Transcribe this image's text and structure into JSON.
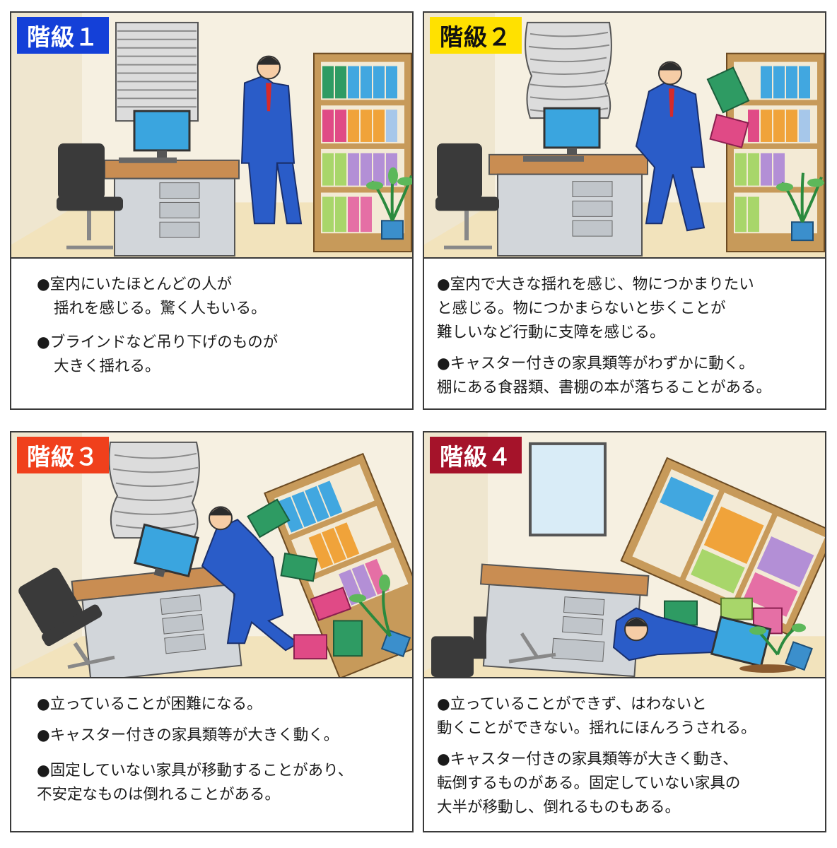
{
  "panels": [
    {
      "level_label": "階級１",
      "badge_color": "#1440d8",
      "badge_text_color": "#ffffff",
      "bullets": [
        "●室内にいたほとんどの人が\n揺れを感じる。驚く人もいる。",
        "●ブラインドなど吊り下げのものが\n大きく揺れる。"
      ]
    },
    {
      "level_label": "階級２",
      "badge_color": "#ffe100",
      "badge_text_color": "#111111",
      "bullets": [
        "●室内で大きな揺れを感じ、物につかまりたい\nと感じる。物につかまらないと歩くことが\n難しいなど行動に支障を感じる。",
        "●キャスター付きの家具類等がわずかに動く。\n棚にある食器類、書棚の本が落ちることがある。"
      ]
    },
    {
      "level_label": "階級３",
      "badge_color": "#f0401c",
      "badge_text_color": "#ffffff",
      "bullets": [
        "●立っていることが困難になる。",
        "●キャスター付きの家具類等が大きく動く。",
        "●固定していない家具が移動することがあり、\n不安定なものは倒れることがある。"
      ]
    },
    {
      "level_label": "階級４",
      "badge_color": "#a5132a",
      "badge_text_color": "#ffffff",
      "bullets": [
        "●立っていることができず、はわないと\n動くことができない。揺れにほんろうされる。",
        "●キャスター付きの家具類等が大きく動き、\n転倒するものがある。固定していない家具の\n大半が移動し、倒れるものもある。"
      ]
    }
  ]
}
